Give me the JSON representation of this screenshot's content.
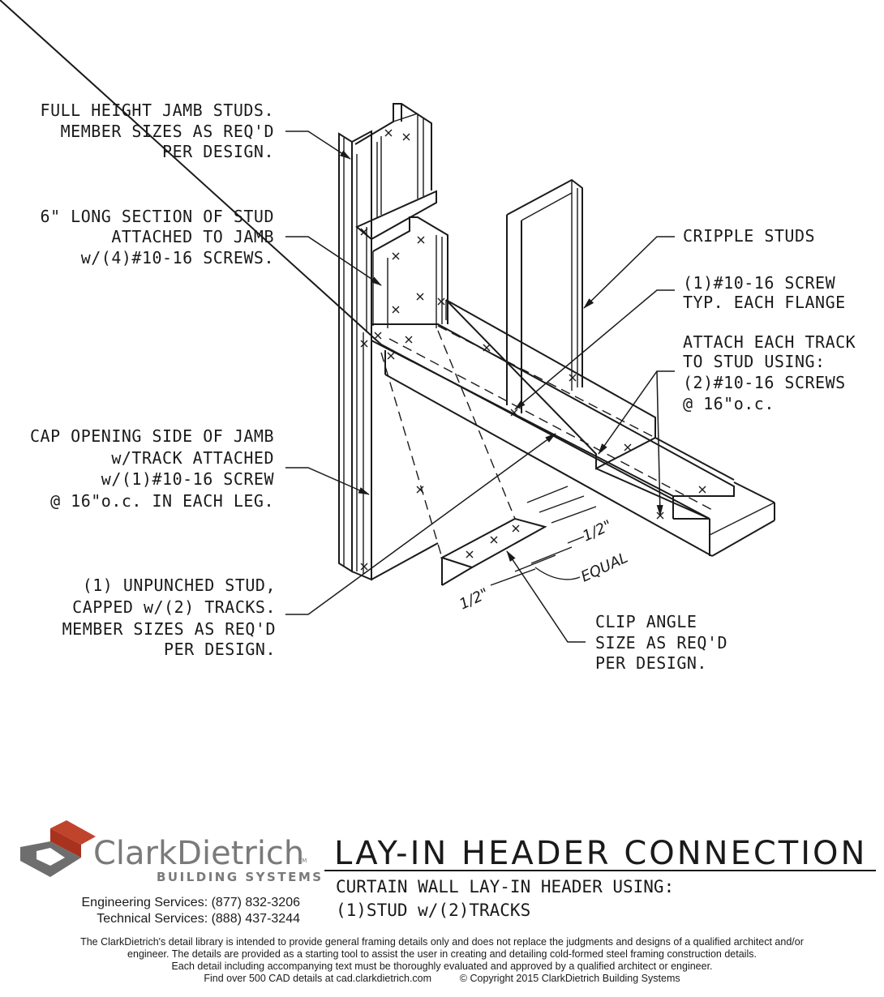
{
  "labels": {
    "jamb": [
      "FULL HEIGHT JAMB STUDS.",
      "MEMBER SIZES AS REQ'D",
      "PER DESIGN."
    ],
    "section": [
      "6\" LONG SECTION OF STUD",
      "ATTACHED TO JAMB",
      "w/(4)#10-16 SCREWS."
    ],
    "cap": [
      "CAP OPENING SIDE OF JAMB",
      "w/TRACK ATTACHED",
      "w/(1)#10-16 SCREW",
      "@ 16\"o.c. IN EACH LEG."
    ],
    "unpunched": [
      "(1) UNPUNCHED STUD,",
      "CAPPED w/(2) TRACKS.",
      "MEMBER SIZES AS REQ'D",
      "PER DESIGN."
    ],
    "cripple": [
      "CRIPPLE STUDS"
    ],
    "screw": [
      "(1)#10-16 SCREW",
      "TYP. EACH FLANGE"
    ],
    "attach": [
      "ATTACH EACH TRACK",
      "TO STUD USING:",
      "(2)#10-16 SCREWS",
      "@ 16\"o.c."
    ],
    "clip": [
      "CLIP ANGLE",
      "SIZE AS REQ'D",
      "PER DESIGN."
    ]
  },
  "dimensions": {
    "half_top": "1/2\"",
    "half_bottom": "1/2\"",
    "equal": "EQUAL"
  },
  "title_block": {
    "brand_name": "ClarkDietrich",
    "brand_tm": "TM",
    "brand_sub": "BUILDING SYSTEMS",
    "engineering": "Engineering Services: (877) 832-3206",
    "technical": "Technical Services: (888) 437-3244",
    "title": "LAY-IN HEADER CONNECTION",
    "subtitle_1": "CURTAIN WALL LAY-IN HEADER USING:",
    "subtitle_2": "(1)STUD w/(2)TRACKS",
    "disclaimer_1": "The ClarkDietrich's detail library is intended to provide general framing details only and does not replace the judgments and designs of a qualified architect and/or",
    "disclaimer_2": "engineer. The details are provided as a starting tool to assist the user in creating and detailing cold-formed steel framing construction details.",
    "disclaimer_3": "Each detail including accompanying text must be thoroughly evaluated and approved by a qualified architect or engineer.",
    "disclaimer_4": "Find over 500 CAD details at cad.clarkdietrich.com          © Copyright 2015 ClarkDietrich Building Systems"
  },
  "colors": {
    "logo_red": "#a8321e",
    "logo_gray": "#6e6e6e",
    "ink": "#1a1a1a"
  }
}
